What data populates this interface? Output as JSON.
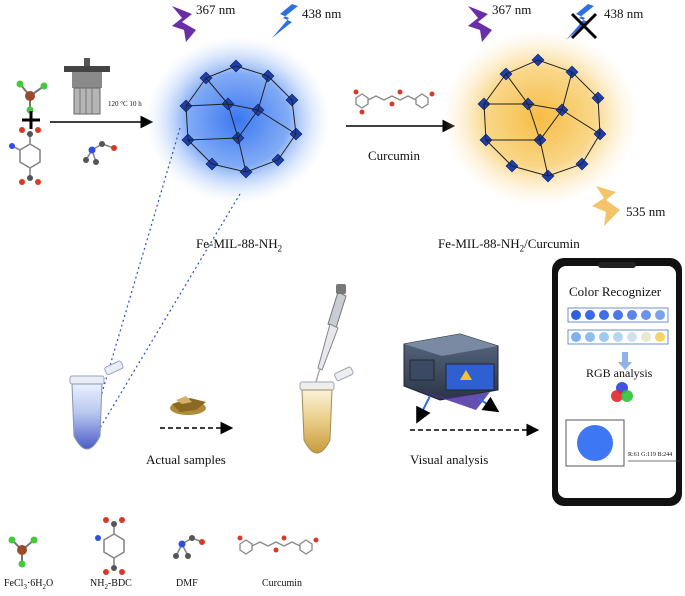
{
  "excitation": {
    "left_367": "367 nm",
    "left_438": "438 nm",
    "right_367": "367 nm",
    "right_438": "438 nm",
    "emission_535": "535 nm"
  },
  "synthesis": {
    "conditions": "120 °C    10 h"
  },
  "materials": {
    "mof_label": "Fe-MIL-88-NH",
    "mof_sub": "2",
    "composite_label_prefix": "Fe-MIL-88-NH",
    "composite_sub": "2",
    "composite_suffix": "/Curcumin",
    "curcumin_step": "Curcumin"
  },
  "workflow": {
    "actual_samples": "Actual samples",
    "visual_analysis": "Visual analysis"
  },
  "phone": {
    "title": "Color Recognizer",
    "rgb_analysis": "RGB  analysis",
    "rgb_value": "R:61 G:119 B:244",
    "strip1": [
      "#2f5fe0",
      "#3a6ae6",
      "#3f6fe8",
      "#4a78ea",
      "#5a86ec",
      "#6a93ee",
      "#7aa0f0"
    ],
    "strip2": [
      "#7fb0ee",
      "#8fbdf0",
      "#a0c8f2",
      "#b7d6f2",
      "#cfe2ee",
      "#e7eac8",
      "#f2d766"
    ],
    "detected_color": "#3d77f4"
  },
  "legend": {
    "fecl3": "FeCl",
    "fecl3_sub": "3",
    "fecl3_suffix": "·6H",
    "fecl3_sub2": "2",
    "fecl3_end": "O",
    "nh2bdc_prefix": "NH",
    "nh2bdc_sub": "2",
    "nh2bdc_suffix": "-BDC",
    "dmf": "DMF",
    "curcumin": "Curcumin"
  },
  "colors": {
    "violet": "#6a2fa8",
    "blue_bolt": "#2f6fe6",
    "yellow_bolt": "#f3c46a",
    "blue_glow": "#4a86f0",
    "yellow_glow": "#f7c45a"
  }
}
